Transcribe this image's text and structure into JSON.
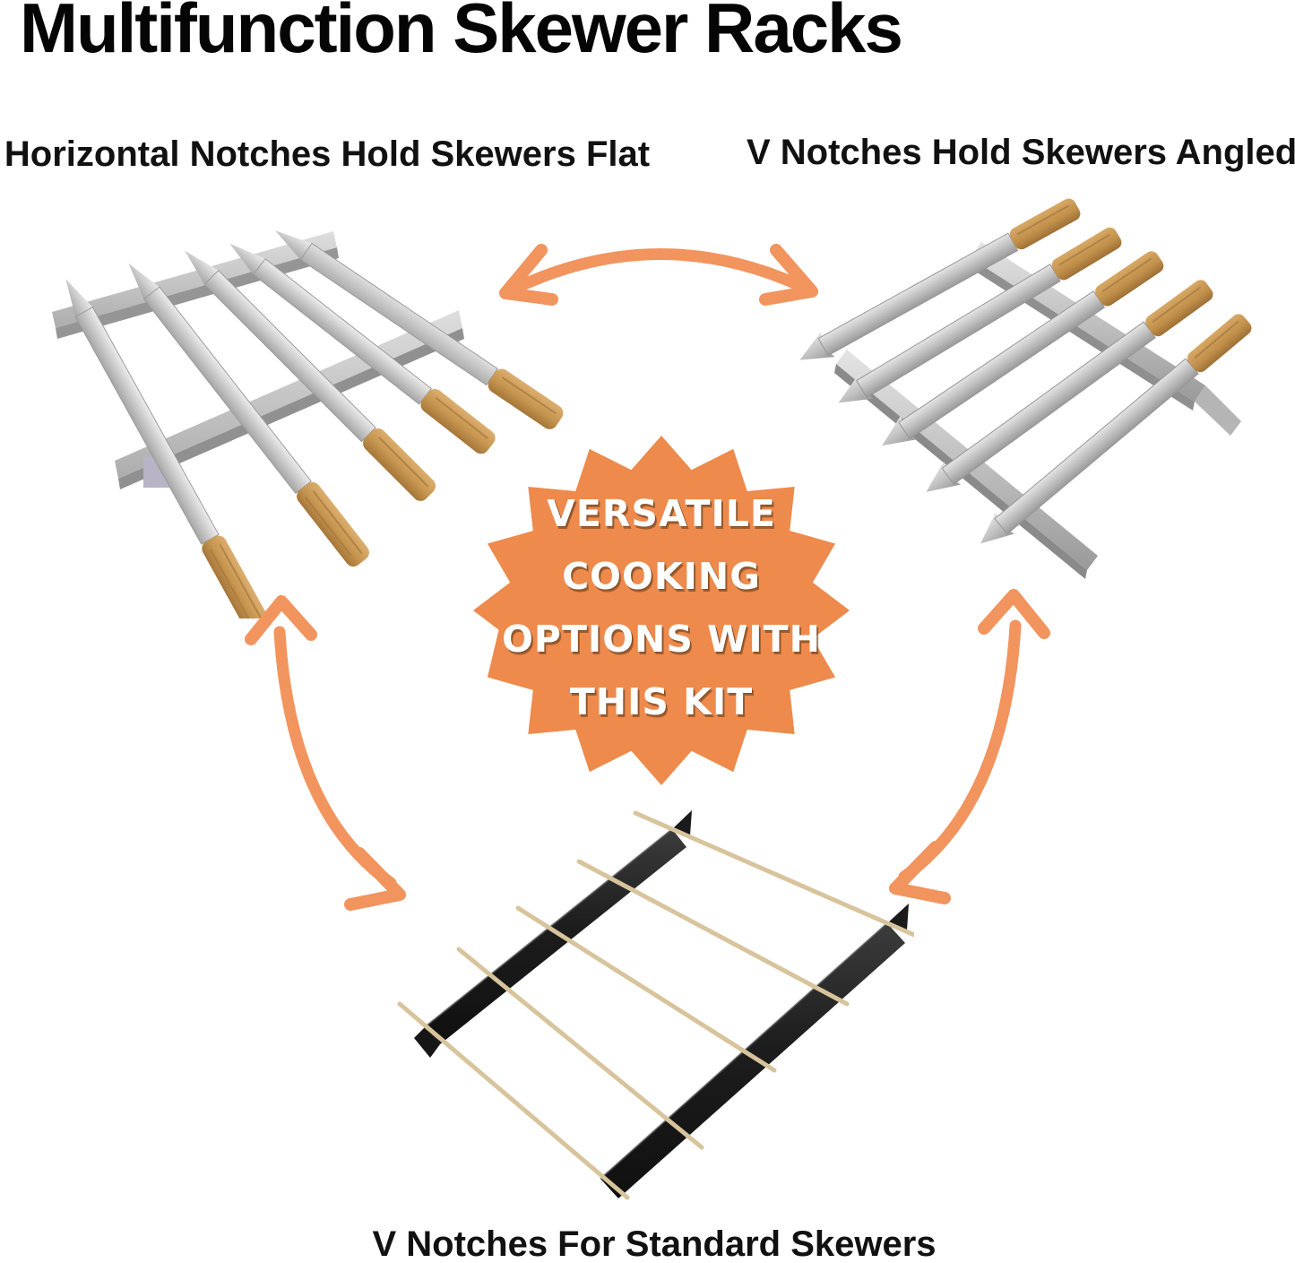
{
  "title": "Multifunction Skewer Racks",
  "labels": {
    "top_left": "Horizontal Notches Hold Skewers Flat",
    "top_right": "V Notches Hold Skewers Angled",
    "bottom": "V Notches For Standard Skewers"
  },
  "badge": {
    "lines": [
      "VERSATILE",
      "COOKING",
      "OPTIONS WITH",
      "THIS KIT"
    ],
    "color": "#ed8a4c",
    "text_color": "#ffffff"
  },
  "colors": {
    "arrow": "#f2945e",
    "title_text": "#050505",
    "label_text": "#111111",
    "steel_light": "#d9d9d9",
    "steel_dark": "#9f9f9f",
    "wood_handle": "#c6954f",
    "black_rail": "#232323",
    "bamboo_skewer": "#d8c49c"
  },
  "photos": {
    "flat_rack": "rack-with-five-flat-wooden-handle-skewers-lying-flat",
    "angled_rack": "rack-with-five-flat-skewers-held-angled-in-v-notches",
    "standard_rack": "two-black-rails-holding-five-round-bamboo-skewers"
  }
}
